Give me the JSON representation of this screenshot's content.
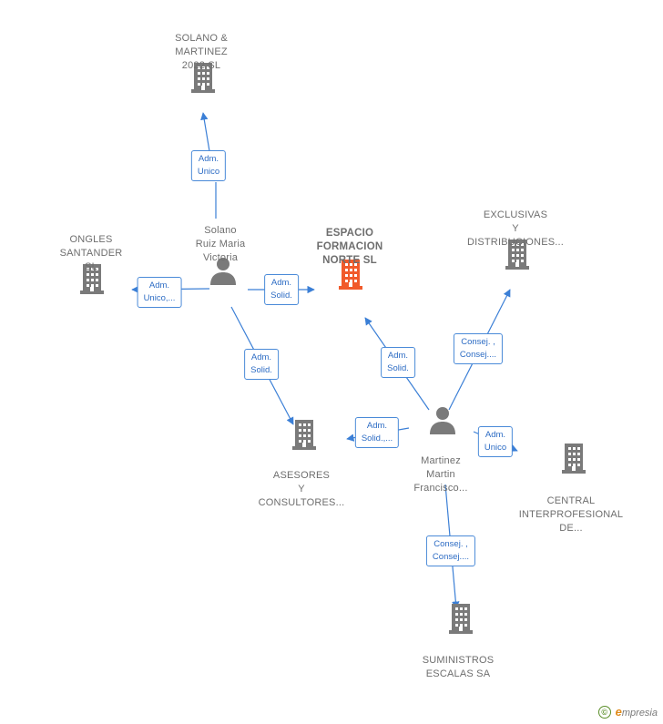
{
  "colors": {
    "edge": "#3b7fd6",
    "node_default": "#7a7a7a",
    "node_focus": "#f15a2b",
    "text": "#6e6e6e",
    "rel_text": "#2d6cc4"
  },
  "nodes": [
    {
      "id": "solano_martinez",
      "type": "company",
      "label": "SOLANO &\nMARTINEZ\n2022  SL",
      "icon": "building-icon"
    },
    {
      "id": "ongles",
      "type": "company",
      "label": "ONGLES\nSANTANDER\nSL",
      "icon": "building-icon"
    },
    {
      "id": "solano_ruiz",
      "type": "person",
      "label": "Solano\nRuiz Maria\nVictoria",
      "icon": "person-icon"
    },
    {
      "id": "espacio",
      "type": "company",
      "focus": true,
      "label": "ESPACIO\nFORMACION\nNORTE  SL",
      "icon": "building-icon"
    },
    {
      "id": "exclusivas",
      "type": "company",
      "label": "EXCLUSIVAS\nY\nDISTRIBUCIONES...",
      "icon": "building-icon"
    },
    {
      "id": "asesores",
      "type": "company",
      "label": "ASESORES\nY\nCONSULTORES...",
      "icon": "building-icon"
    },
    {
      "id": "martinez",
      "type": "person",
      "label": "Martinez\nMartin\nFrancisco...",
      "icon": "person-icon"
    },
    {
      "id": "central",
      "type": "company",
      "label": "CENTRAL\nINTERPROFESIONAL\nDE...",
      "icon": "building-icon"
    },
    {
      "id": "suministros",
      "type": "company",
      "label": "SUMINISTROS\nESCALAS SA",
      "icon": "building-icon"
    }
  ],
  "relations": [
    {
      "id": "r1",
      "label": "Adm.\nUnico",
      "from": "solano_ruiz",
      "to": "solano_martinez"
    },
    {
      "id": "r2",
      "label": "Adm.\nUnico,...",
      "from": "solano_ruiz",
      "to": "ongles"
    },
    {
      "id": "r3",
      "label": "Adm.\nSolid.",
      "from": "solano_ruiz",
      "to": "espacio"
    },
    {
      "id": "r4",
      "label": "Adm.\nSolid.",
      "from": "solano_ruiz",
      "to": "asesores"
    },
    {
      "id": "r5",
      "label": "Adm.\nSolid.",
      "from": "martinez",
      "to": "espacio"
    },
    {
      "id": "r6",
      "label": "Consej. ,\nConsej....",
      "from": "martinez",
      "to": "exclusivas"
    },
    {
      "id": "r7",
      "label": "Adm.\nSolid.,...",
      "from": "martinez",
      "to": "asesores"
    },
    {
      "id": "r8",
      "label": "Adm.\nUnico",
      "from": "martinez",
      "to": "central"
    },
    {
      "id": "r9",
      "label": "Consej. ,\nConsej....",
      "from": "martinez",
      "to": "suministros"
    }
  ],
  "footer": {
    "copyright_symbol": "©",
    "brand_initial": "e",
    "brand_rest": "mpresia"
  }
}
